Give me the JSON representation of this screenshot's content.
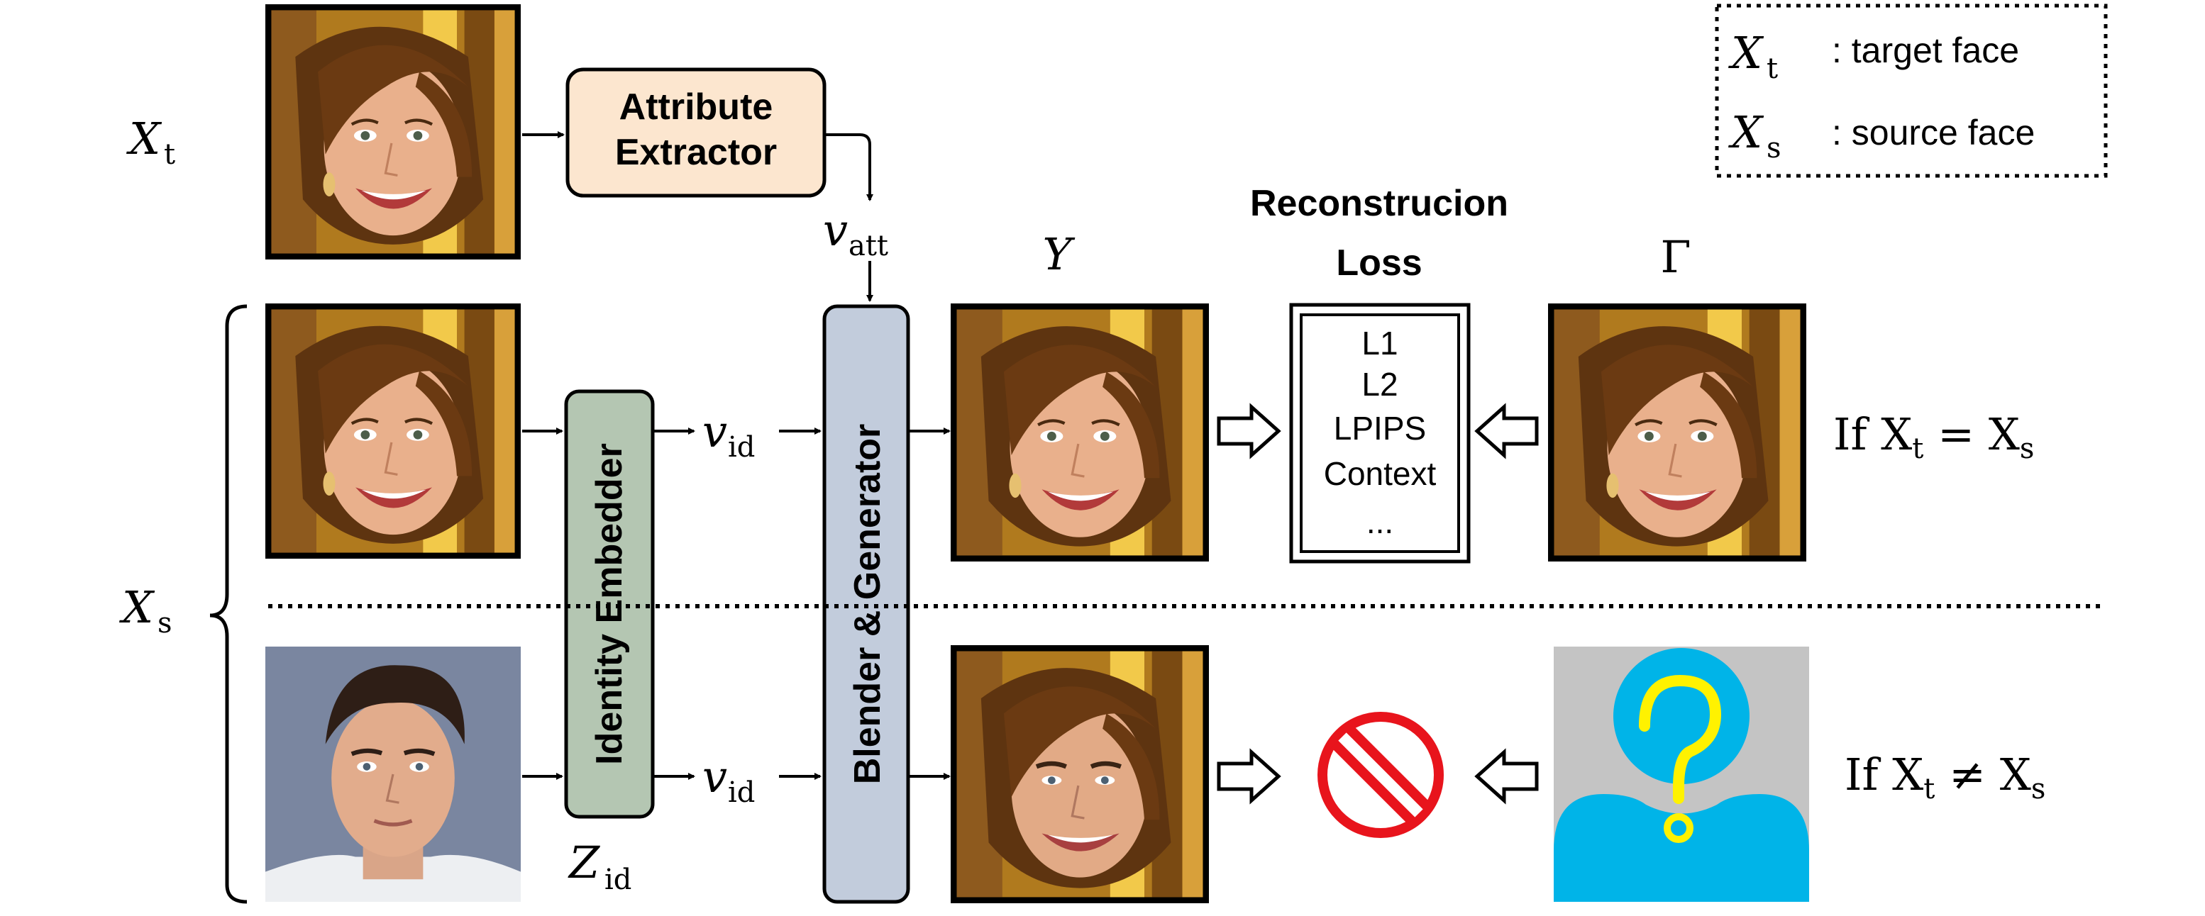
{
  "legend": {
    "target_symbol": "X",
    "target_sub": "t",
    "target_label": ": target face",
    "source_symbol": "X",
    "source_sub": "s",
    "source_label": ": source face"
  },
  "labels": {
    "xt_symbol": "X",
    "xt_sub": "t",
    "xs_symbol": "X",
    "xs_sub": "s",
    "vatt_symbol": "v",
    "vatt_sub": "att",
    "vid_symbol": "v",
    "vid_sub": "id",
    "zid_symbol": "Z",
    "zid_sub": "id",
    "y_symbol": "Y",
    "gamma_symbol": "Γ"
  },
  "modules": {
    "attribute_extractor_line1": "Attribute",
    "attribute_extractor_line2": "Extractor",
    "identity_embedder": "Identity Embedder",
    "blender_generator": "Blender & Generator"
  },
  "loss": {
    "title_line1": "Reconstrucion",
    "title_line2": "Loss",
    "items": [
      "L1",
      "L2",
      "LPIPS",
      "Context",
      "..."
    ]
  },
  "conditions": {
    "same": {
      "prefix": "If ",
      "lhs": "X",
      "lhs_sub": "t",
      "op": " = ",
      "rhs": "X",
      "rhs_sub": "s"
    },
    "different": {
      "prefix": "If ",
      "lhs": "X",
      "lhs_sub": "t",
      "op": " ≠ ",
      "rhs": "X",
      "rhs_sub": "s"
    }
  },
  "colors": {
    "attribute_extractor_fill": "#FCE6CF",
    "identity_embedder_fill": "#B4C6B2",
    "blender_generator_fill": "#C2CCDC",
    "no_loss_red": "#E8141C",
    "placeholder_blue": "#00B4E8",
    "placeholder_gray": "#C4C4C4",
    "question_yellow": "#FFF200"
  },
  "images": {
    "target_face": "woman-face-photo",
    "source_face_same": "woman-face-photo",
    "source_face_other": "man-face-photo",
    "output_same": "woman-face-photo",
    "output_swapped": "swapped-face-photo",
    "ground_truth": "woman-face-photo",
    "unknown_ground_truth": "unknown-person-icon"
  }
}
